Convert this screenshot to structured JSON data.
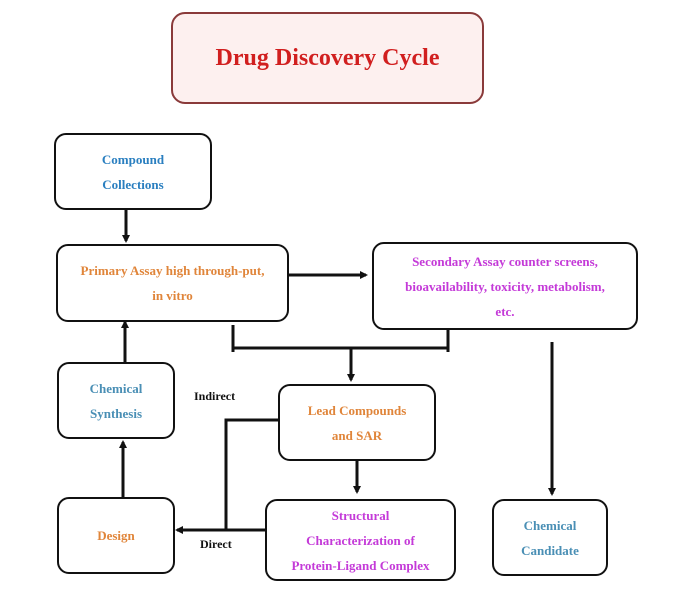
{
  "title": "Drug Discovery Cycle",
  "colors": {
    "title_text": "#d11f1f",
    "blue": "#2a7fc0",
    "orange": "#e0853a",
    "magenta": "#c43ad8",
    "teal": "#4a8fb5"
  },
  "nodes": {
    "compound_collections": [
      "Compound",
      "Collections"
    ],
    "primary_assay": [
      "Primary Assay high through-put,",
      "in vitro"
    ],
    "secondary_assay": [
      "Secondary Assay counter screens,",
      "bioavailability, toxicity, metabolism,",
      "etc."
    ],
    "chemical_synthesis": [
      "Chemical",
      "Synthesis"
    ],
    "lead_compounds": [
      "Lead Compounds",
      "and SAR"
    ],
    "design": [
      "Design"
    ],
    "structural": [
      "Structural",
      "Characterization of",
      "Protein-Ligand Complex"
    ],
    "chemical_candidate": [
      "Chemical",
      "Candidate"
    ]
  },
  "edge_labels": {
    "indirect": "Indirect",
    "direct": "Direct"
  }
}
